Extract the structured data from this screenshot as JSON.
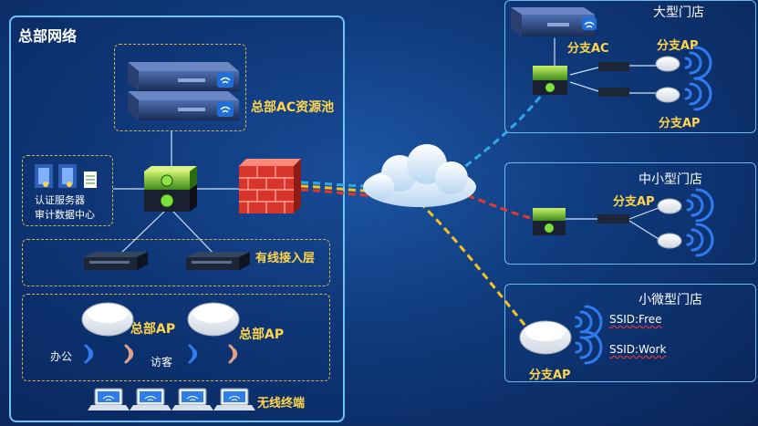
{
  "hq": {
    "title": "总部网络",
    "ac_pool_label": "总部AC资源池",
    "auth_server_label": "认证服务器",
    "audit_center_label": "审计数据中心",
    "wired_layer_label": "有线接入层",
    "hq_ap_label_1": "总部AP",
    "hq_ap_label_2": "总部AP",
    "office_label": "办公",
    "guest_label": "访客",
    "terminals_label": "无线终端"
  },
  "large_store": {
    "title": "大型门店",
    "ac_label": "分支AC",
    "ap_label_top": "分支AP",
    "ap_label_bottom": "分支AP"
  },
  "medium_store": {
    "title": "中小型门店",
    "ap_label": "分支AP"
  },
  "small_store": {
    "title": "小微型门店",
    "ssid_free": "SSID:Free",
    "ssid_work": "SSID:Work",
    "ap_label": "分支AP"
  },
  "colors": {
    "link_blue": "#2fa8ea",
    "link_red": "#e03a2a",
    "link_yellow": "#f4c21f",
    "label_gold": "#ffd54a",
    "wifi_blue": "#2e7cf0",
    "wifi_pink": "#e0a08a"
  }
}
